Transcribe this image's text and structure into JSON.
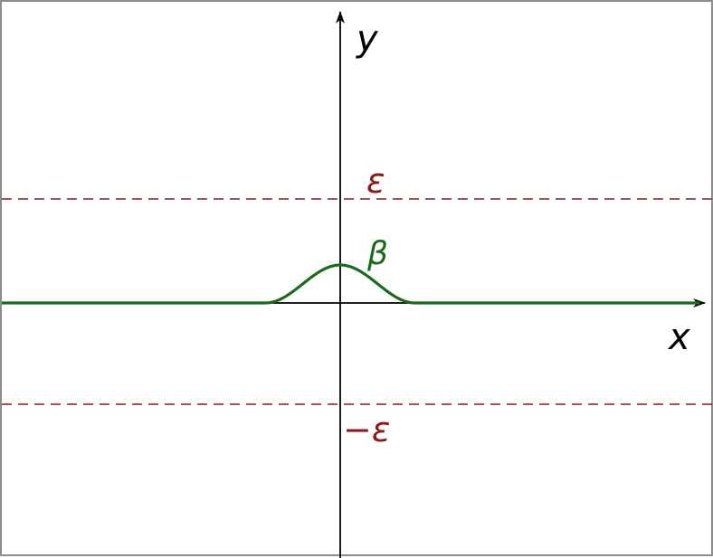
{
  "axes": {
    "x_label": "x",
    "y_label": "y"
  },
  "bounds": {
    "upper_label": "ε",
    "lower_label": "−ε",
    "color": "#8b1a1a",
    "style": "dashed"
  },
  "bump": {
    "label": "β",
    "color": "#1a6b1a",
    "description_shape": "smooth compact bump centered at x = 0"
  },
  "colors": {
    "axis": "#000000",
    "border": "#8c8c8c",
    "background": "#ffffff"
  }
}
